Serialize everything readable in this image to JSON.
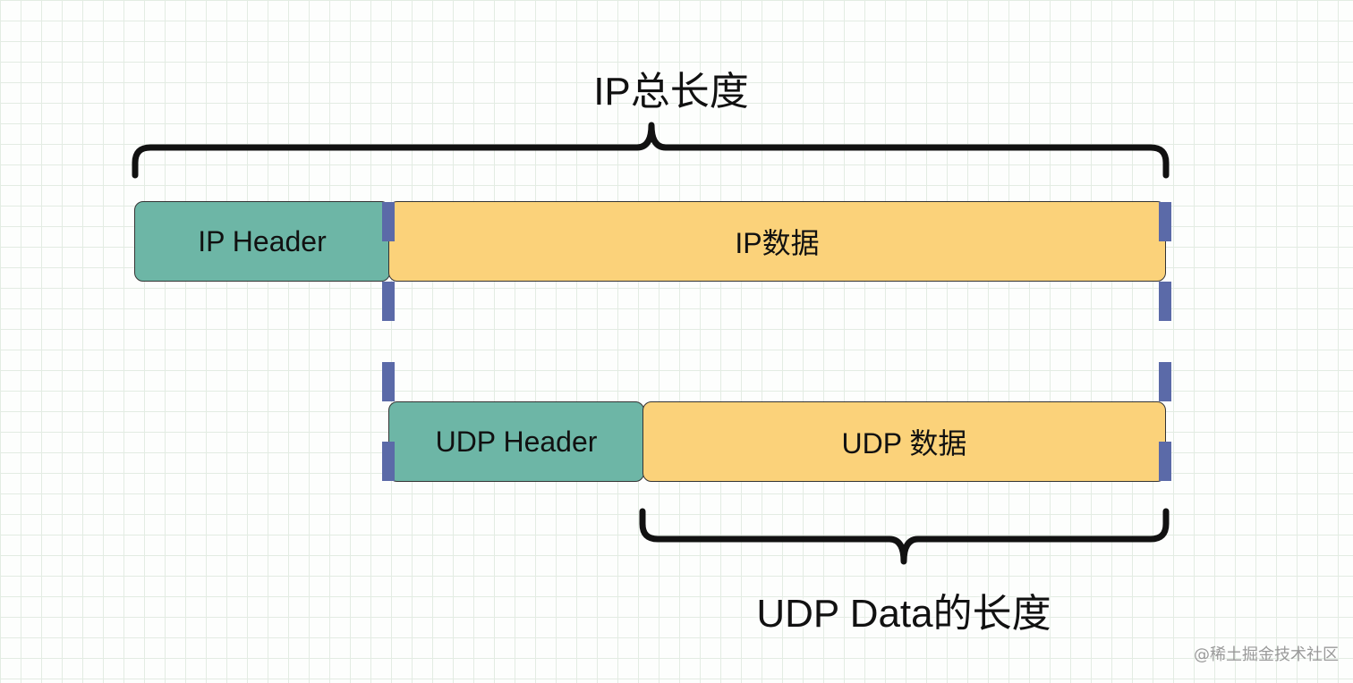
{
  "diagram": {
    "ip_total_length_label": "IP总长度",
    "ip_header_label": "IP Header",
    "ip_data_label": "IP数据",
    "udp_header_label": "UDP Header",
    "udp_data_label": "UDP 数据",
    "udp_data_length_label": "UDP Data的长度"
  },
  "watermark": "@稀土掘金技术社区",
  "colors": {
    "header_fill": "#6db6a6",
    "data_fill": "#fbd27a",
    "marker": "#5b6aa8",
    "brace": "#111111"
  }
}
